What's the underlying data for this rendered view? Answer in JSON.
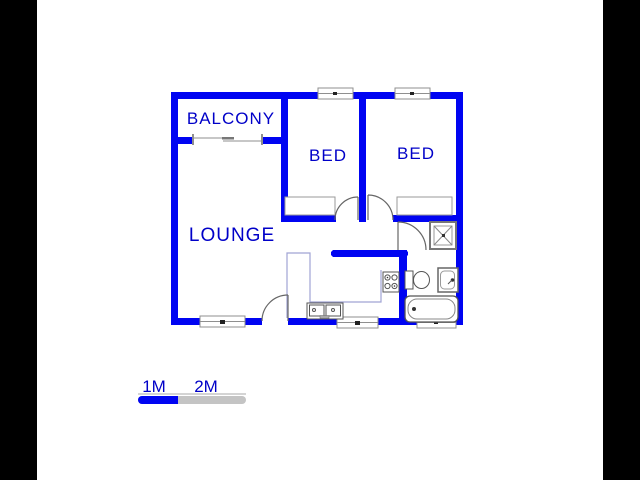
{
  "floor_plan": {
    "rooms": {
      "balcony": "BALCONY",
      "bed1": "BED",
      "bed2": "BED",
      "lounge": "LOUNGE"
    },
    "scale_bar": {
      "label_1m": "1M",
      "label_2m": "2M"
    },
    "icons": [
      "shower-icon",
      "toilet-icon",
      "basin-icon",
      "bathtub-icon",
      "stove-icon",
      "kitchen-sink-icon",
      "window-icon",
      "door-arc-icon",
      "wardrobe-icon",
      "balcony-railing-icon"
    ],
    "colors": {
      "wall_blue": "#0004f2",
      "label_blue": "#0000c8",
      "counter_lilac": "#a0a4d4",
      "window_gray": "#8f8f8f",
      "fixture_gray": "#555555",
      "scale_gray": "#c4c4c4",
      "letterbox_black": "#000000",
      "background_white": "#ffffff"
    }
  }
}
